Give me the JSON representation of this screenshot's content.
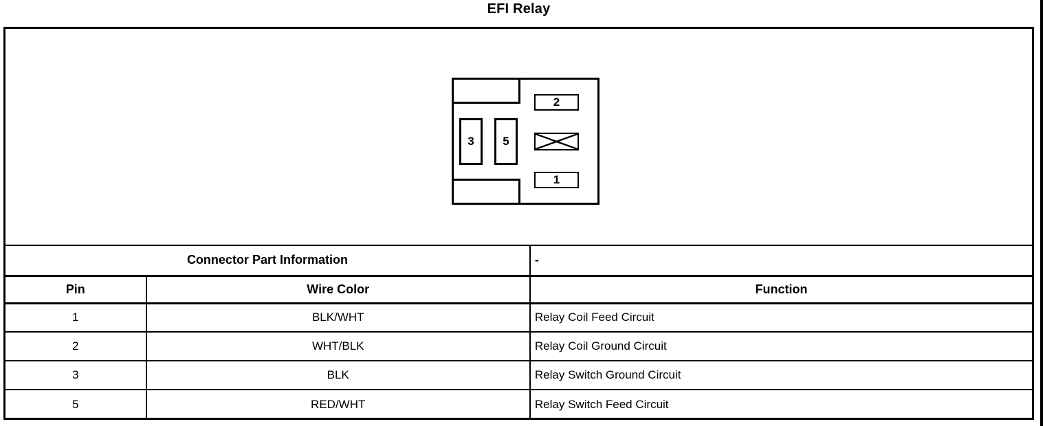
{
  "title": "EFI Relay",
  "diagram": {
    "pin_labels": {
      "pin2": "2",
      "pin3": "3",
      "pin5": "5",
      "pin1": "1"
    }
  },
  "table": {
    "part_info": {
      "label": "Connector Part Information",
      "value": "-"
    },
    "headers": {
      "pin": "Pin",
      "wire_color": "Wire Color",
      "function": "Function"
    },
    "rows": [
      {
        "pin": "1",
        "wire_color": "BLK/WHT",
        "function": "Relay Coil Feed Circuit"
      },
      {
        "pin": "2",
        "wire_color": "WHT/BLK",
        "function": "Relay Coil Ground Circuit"
      },
      {
        "pin": "3",
        "wire_color": "BLK",
        "function": "Relay Switch Ground Circuit"
      },
      {
        "pin": "5",
        "wire_color": "RED/WHT",
        "function": "Relay Switch Feed Circuit"
      }
    ]
  },
  "colors": {
    "line": "#000000",
    "background": "#ffffff"
  }
}
